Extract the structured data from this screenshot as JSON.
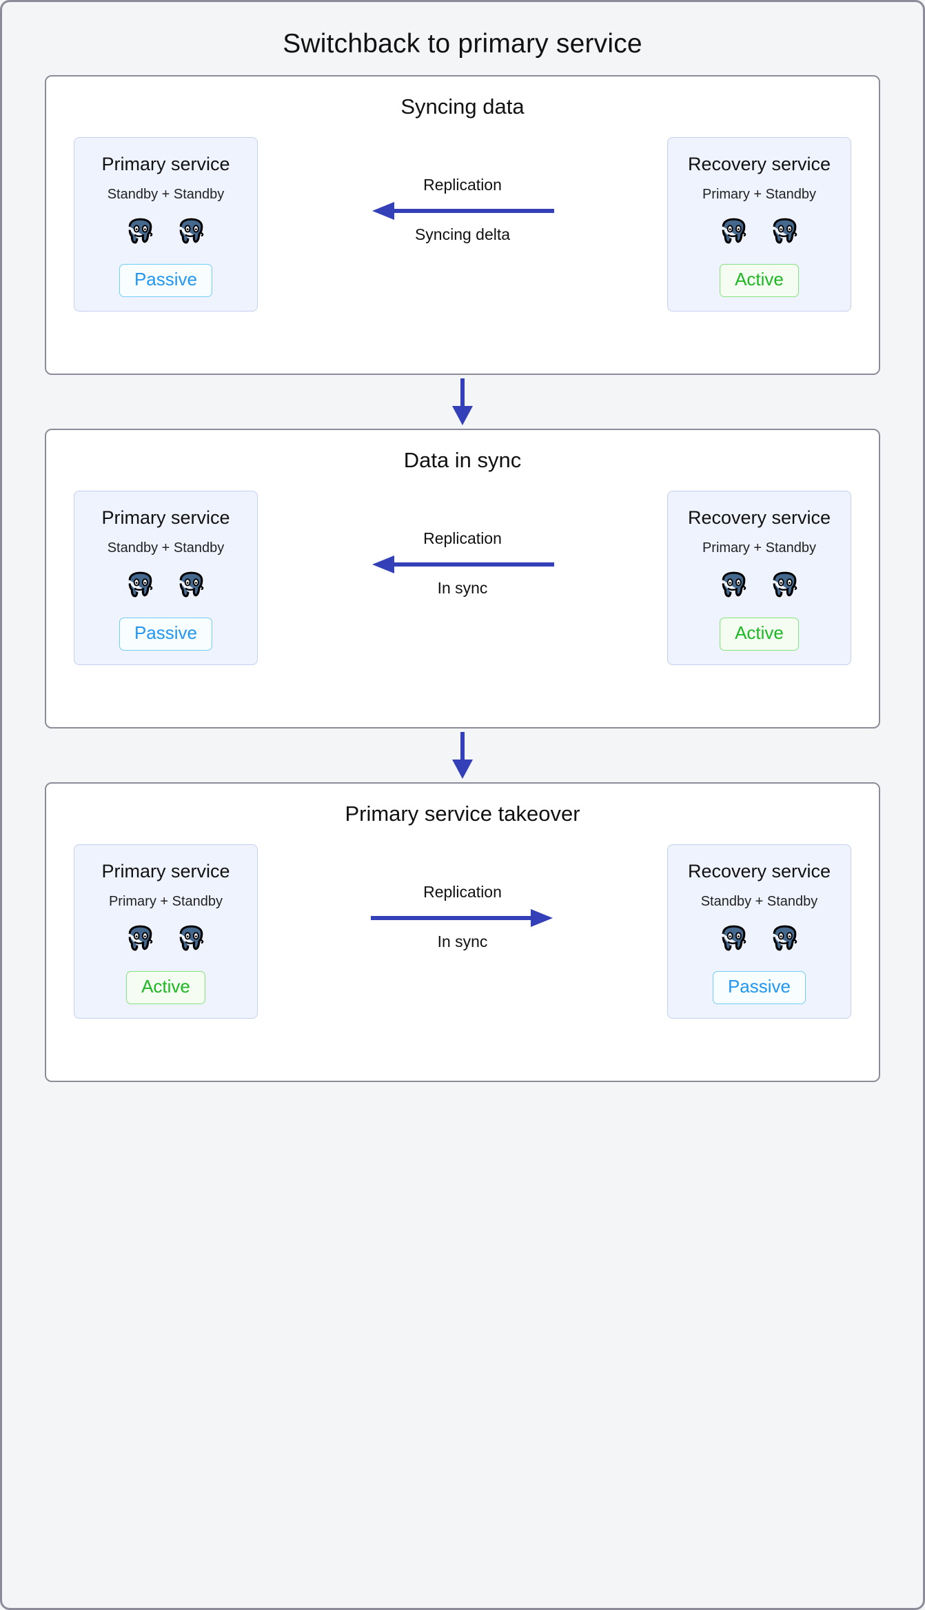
{
  "title": "Switchback to primary service",
  "colors": {
    "page_background": "#f4f5f7",
    "panel_border": "#8b8b99",
    "service_box_background": "#eff3fd",
    "service_box_border": "#c3d0ef",
    "arrow": "#3340b8",
    "active_text": "#1db824",
    "active_border": "#84e37c",
    "passive_text": "#2196f3",
    "passive_border": "#72cdf7",
    "postgres_blue": "#45688e"
  },
  "node_icon": "postgres-elephant-icon",
  "down_arrow_icon": "arrow-down-icon",
  "stages": [
    {
      "title": "Syncing data",
      "left": {
        "name": "Primary service",
        "roles": "Standby + Standby",
        "nodes": 2,
        "status": "Passive",
        "status_kind": "passive"
      },
      "right": {
        "name": "Recovery service",
        "roles": "Primary + Standby",
        "nodes": 2,
        "status": "Active",
        "status_kind": "active"
      },
      "link": {
        "top_label": "Replication",
        "bottom_label": "Syncing delta",
        "direction": "left",
        "arrow_icon": "arrow-left-icon"
      }
    },
    {
      "title": "Data in sync",
      "left": {
        "name": "Primary service",
        "roles": "Standby + Standby",
        "nodes": 2,
        "status": "Passive",
        "status_kind": "passive"
      },
      "right": {
        "name": "Recovery service",
        "roles": "Primary + Standby",
        "nodes": 2,
        "status": "Active",
        "status_kind": "active"
      },
      "link": {
        "top_label": "Replication",
        "bottom_label": "In sync",
        "direction": "left",
        "arrow_icon": "arrow-left-icon"
      }
    },
    {
      "title": "Primary service takeover",
      "left": {
        "name": "Primary service",
        "roles": "Primary + Standby",
        "nodes": 2,
        "status": "Active",
        "status_kind": "active"
      },
      "right": {
        "name": "Recovery service",
        "roles": "Standby + Standby",
        "nodes": 2,
        "status": "Passive",
        "status_kind": "passive"
      },
      "link": {
        "top_label": "Replication",
        "bottom_label": "In sync",
        "direction": "right",
        "arrow_icon": "arrow-right-icon"
      }
    }
  ]
}
